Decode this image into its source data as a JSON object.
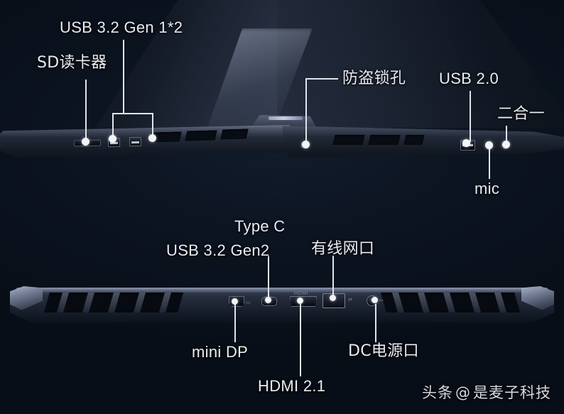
{
  "background": {
    "base_color": "#080f18",
    "accent_color": "#e9ecf2"
  },
  "top_view": {
    "description_name": "laptop-open-front-left-view",
    "labels": [
      {
        "id": "usb32gen1",
        "text": "USB 3.2 Gen 1*2",
        "script": "lat"
      },
      {
        "id": "sdreader",
        "text": "SD读卡器",
        "script": "cjk"
      },
      {
        "id": "locktheft",
        "text": "防盗锁孔",
        "script": "cjk"
      },
      {
        "id": "usb20",
        "text": "USB 2.0",
        "script": "lat"
      },
      {
        "id": "twoinone",
        "text": "二合一",
        "script": "cjk"
      },
      {
        "id": "mic",
        "text": "mic",
        "script": "lat"
      }
    ]
  },
  "bottom_view": {
    "description_name": "laptop-rear-ports-view",
    "labels": [
      {
        "id": "typec",
        "text": "Type C",
        "script": "lat"
      },
      {
        "id": "usb32g2",
        "text": "USB 3.2 Gen2",
        "script": "lat"
      },
      {
        "id": "lan",
        "text": "有线网口",
        "script": "cjk"
      },
      {
        "id": "minidp",
        "text": "mini DP",
        "script": "lat"
      },
      {
        "id": "hdmi",
        "text": "HDMI 2.1",
        "script": "lat"
      },
      {
        "id": "dcpower",
        "text": "DC电源口",
        "script": "cjk"
      }
    ]
  },
  "watermark": {
    "platform": "头条",
    "at": "@",
    "account": "是麦子科技"
  }
}
